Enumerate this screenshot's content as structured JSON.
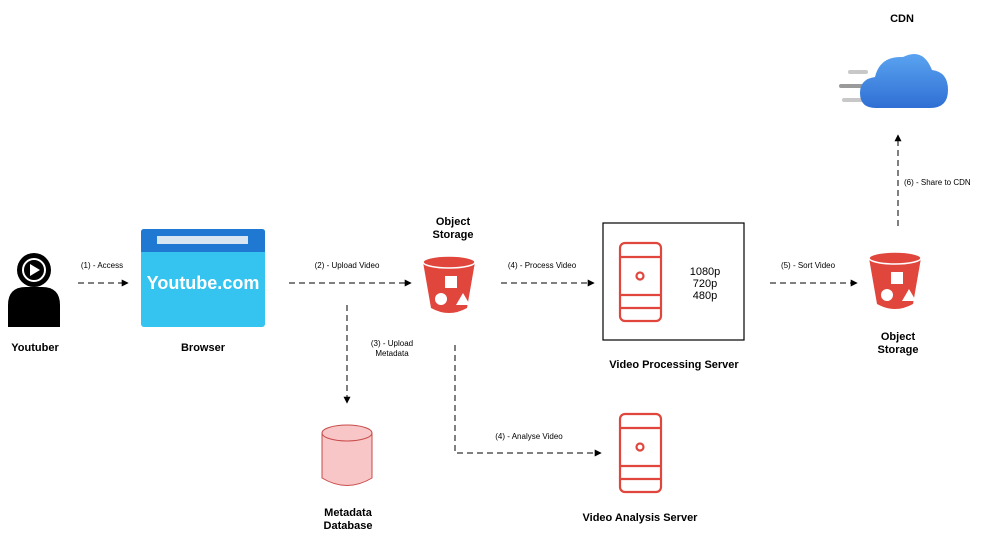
{
  "nodes": {
    "cdn": {
      "label": "CDN"
    },
    "youtuber": {
      "label": "Youtuber"
    },
    "browser": {
      "label": "Browser",
      "screen_text": "Youtube.com"
    },
    "object_storage_1": {
      "label_line1": "Object",
      "label_line2": "Storage"
    },
    "object_storage_2": {
      "label_line1": "Object",
      "label_line2": "Storage"
    },
    "video_processing_server": {
      "label": "Video Processing Server",
      "resolutions": [
        "1080p",
        "720p",
        "480p"
      ]
    },
    "video_analysis_server": {
      "label": "Video Analysis Server"
    },
    "metadata_db": {
      "label_line1": "Metadata",
      "label_line2": "Database"
    }
  },
  "edges": {
    "access": {
      "label": "(1) - Access"
    },
    "upload_video": {
      "label": "(2) - Upload Video"
    },
    "upload_metadata": {
      "label_line1": "(3) - Upload",
      "label_line2": "Metadata"
    },
    "process_video": {
      "label": "(4) - Process Video"
    },
    "analyse_video": {
      "label": "(4) - Analyse Video"
    },
    "sort_video": {
      "label": "(5) - Sort Video"
    },
    "share_to_cdn": {
      "label": "(6) - Share to CDN"
    }
  },
  "colors": {
    "storage_red": "#e0463c",
    "server_red": "#e0463c",
    "browser_top": "#1f78d1",
    "browser_body": "#35c3ef",
    "cloud_blue": "#3a7fdc",
    "db_pink": "#f8c6c6",
    "db_outline": "#c94b4b"
  }
}
